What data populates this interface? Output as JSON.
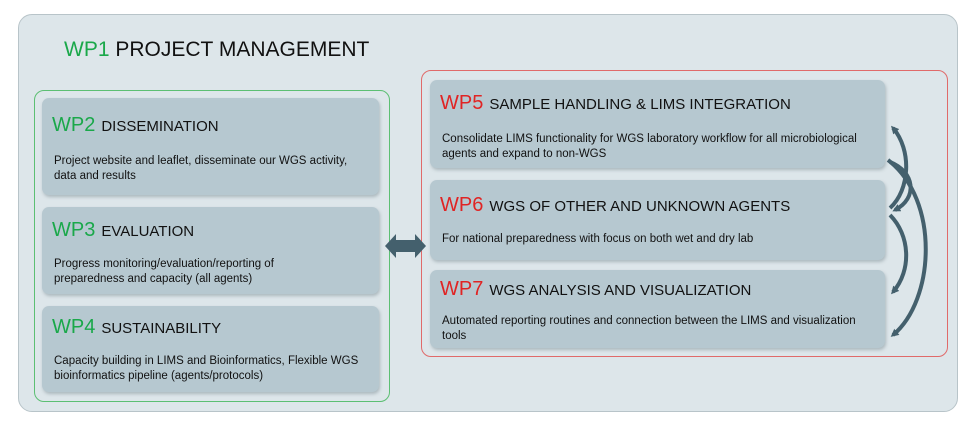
{
  "wp1": {
    "num": "WP1",
    "label": "PROJECT MANAGEMENT"
  },
  "left_cards": [
    {
      "num": "WP2",
      "label": "DISSEMINATION",
      "desc": "Project website and leaflet, disseminate our WGS activity, data and results"
    },
    {
      "num": "WP3",
      "label": "EVALUATION",
      "desc": "Progress monitoring/evaluation/reporting of preparedness and capacity (all agents)"
    },
    {
      "num": "WP4",
      "label": "SUSTAINABILITY",
      "desc": "Capacity building in LIMS and Bioinformatics, Flexible WGS bioinformatics pipeline (agents/protocols)"
    }
  ],
  "right_cards": [
    {
      "num": "WP5",
      "label": "SAMPLE HANDLING & LIMS INTEGRATION",
      "desc": "Consolidate LIMS functionality for WGS laboratory workflow for all microbiological agents and expand to non-WGS"
    },
    {
      "num": "WP6",
      "label": "WGS OF OTHER AND UNKNOWN AGENTS",
      "desc": "For national preparedness with focus on both wet and dry lab"
    },
    {
      "num": "WP7",
      "label": "WGS ANALYSIS AND VISUALIZATION",
      "desc": "Automated reporting routines and connection between the LIMS and visualization tools"
    }
  ],
  "colors": {
    "green": "#1aa84a",
    "red": "#e02424",
    "card": "#b6c8d0",
    "arrow": "#44606d"
  }
}
